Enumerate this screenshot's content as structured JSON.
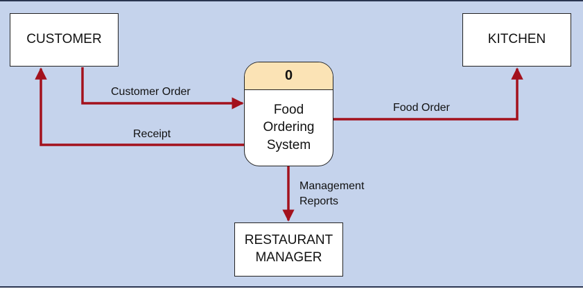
{
  "diagram": {
    "entities": {
      "customer": "CUSTOMER",
      "kitchen": "KITCHEN",
      "restaurant_manager": "RESTAURANT\nMANAGER"
    },
    "process": {
      "id": "0",
      "name": "Food\nOrdering\nSystem"
    },
    "flows": {
      "customer_order": "Customer Order",
      "receipt": "Receipt",
      "food_order": "Food Order",
      "management_reports": "Management\nReports"
    }
  },
  "colors": {
    "background": "#c5d3ec",
    "flow_arrow": "#a3111c",
    "process_header": "#fbe3b5",
    "box_fill": "#ffffff"
  }
}
